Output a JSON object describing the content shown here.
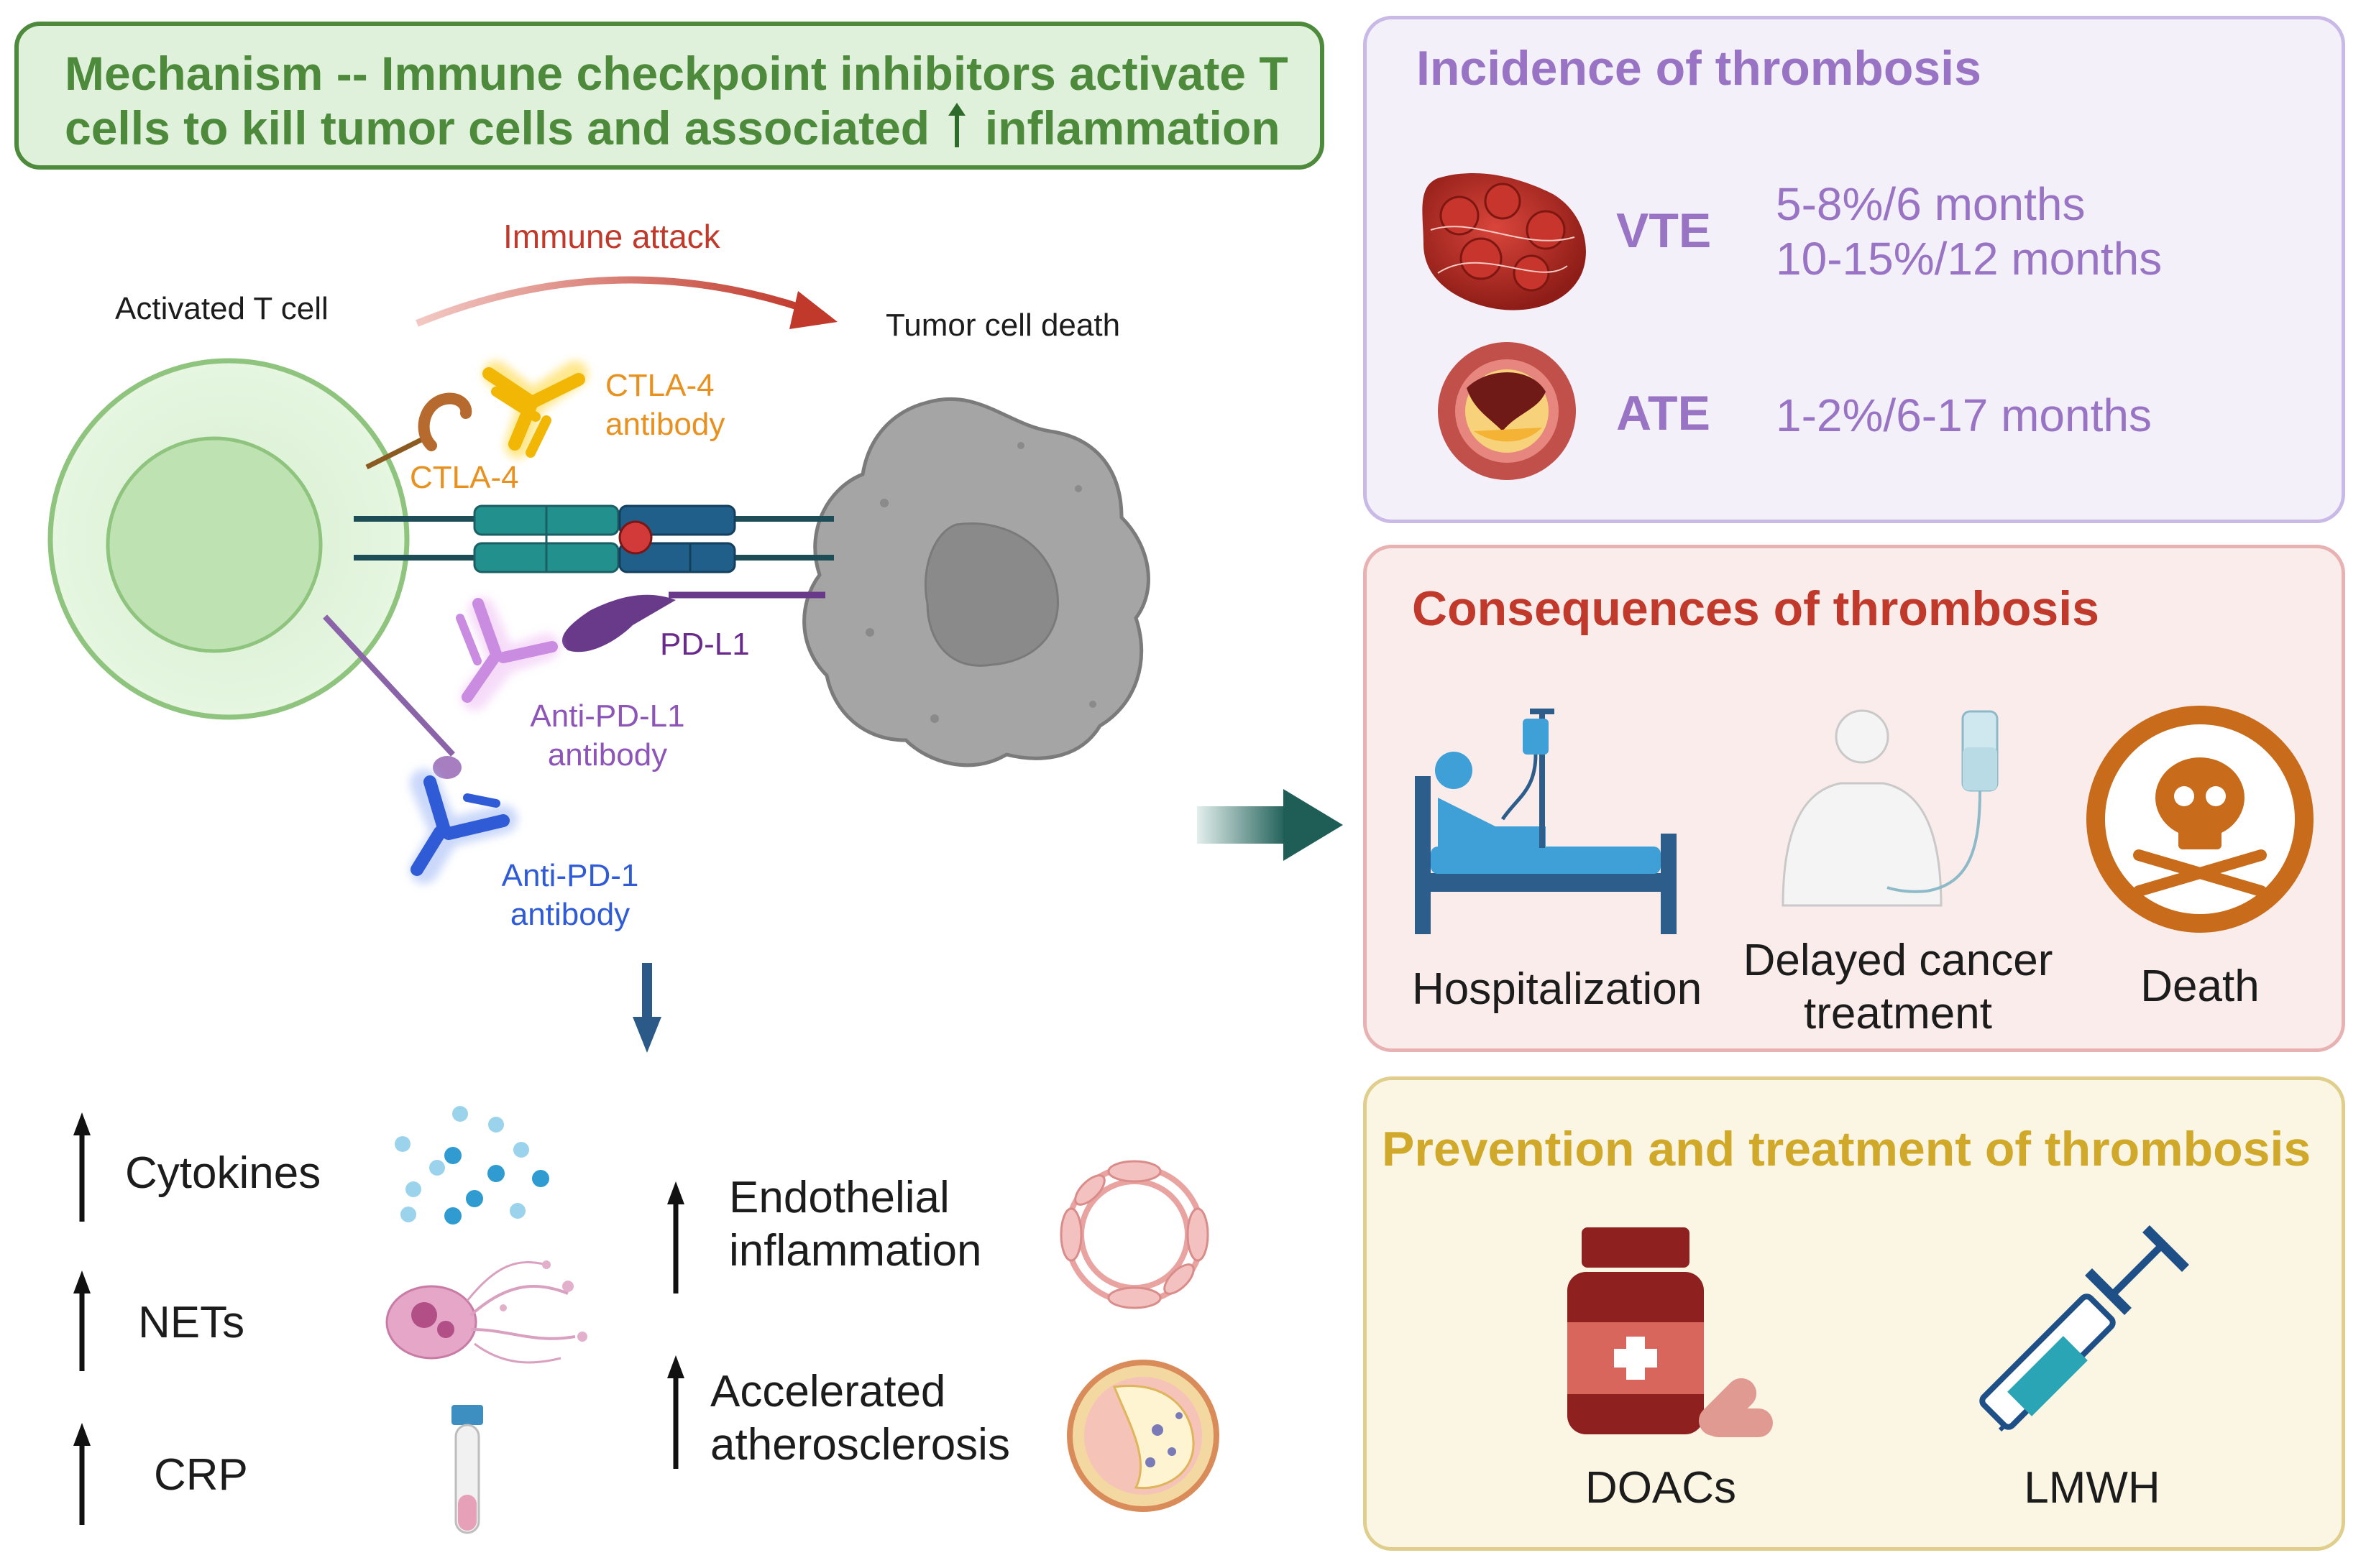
{
  "mechanism": {
    "title_line1": "Mechanism -- Immune checkpoint inhibitors activate T",
    "title_line2_prefix": "cells to kill tumor cells and associated",
    "title_line2_suffix": "inflammation"
  },
  "diagram": {
    "t_cell_label": "Activated T cell",
    "immune_attack_label": "Immune attack",
    "tumor_death_label": "Tumor cell death",
    "ctla4_antibody_label_1": "CTLA-4",
    "ctla4_antibody_label_2": "antibody",
    "ctla4_label": "CTLA-4",
    "pdl1_label": "PD-L1",
    "anti_pdl1_label_1": "Anti-PD-L1",
    "anti_pdl1_label_2": "antibody",
    "anti_pd1_label_1": "Anti-PD-1",
    "anti_pd1_label_2": "antibody"
  },
  "effects": {
    "cytokines": "Cytokines",
    "nets": "NETs",
    "crp": "CRP",
    "endothelial_1": "Endothelial",
    "endothelial_2": "inflammation",
    "athero_1": "Accelerated",
    "athero_2": "atherosclerosis"
  },
  "incidence": {
    "title": "Incidence of thrombosis",
    "vte_label": "VTE",
    "vte_value_1": "5-8%/6 months",
    "vte_value_2": "10-15%/12 months",
    "ate_label": "ATE",
    "ate_value": "1-2%/6-17 months"
  },
  "consequences": {
    "title": "Consequences of thrombosis",
    "hospitalization": "Hospitalization",
    "delayed_1": "Delayed cancer",
    "delayed_2": "treatment",
    "death": "Death"
  },
  "prevention": {
    "title": "Prevention and treatment of thrombosis",
    "doacs": "DOACs",
    "lmwh": "LMWH"
  },
  "colors": {
    "green_dark": "#4d8a3b",
    "purple": "#9a74c4",
    "red": "#c0392b",
    "gold": "#d0a92a",
    "teal_arrow": "#1f5e57",
    "blue_arrow": "#2c5a88"
  }
}
